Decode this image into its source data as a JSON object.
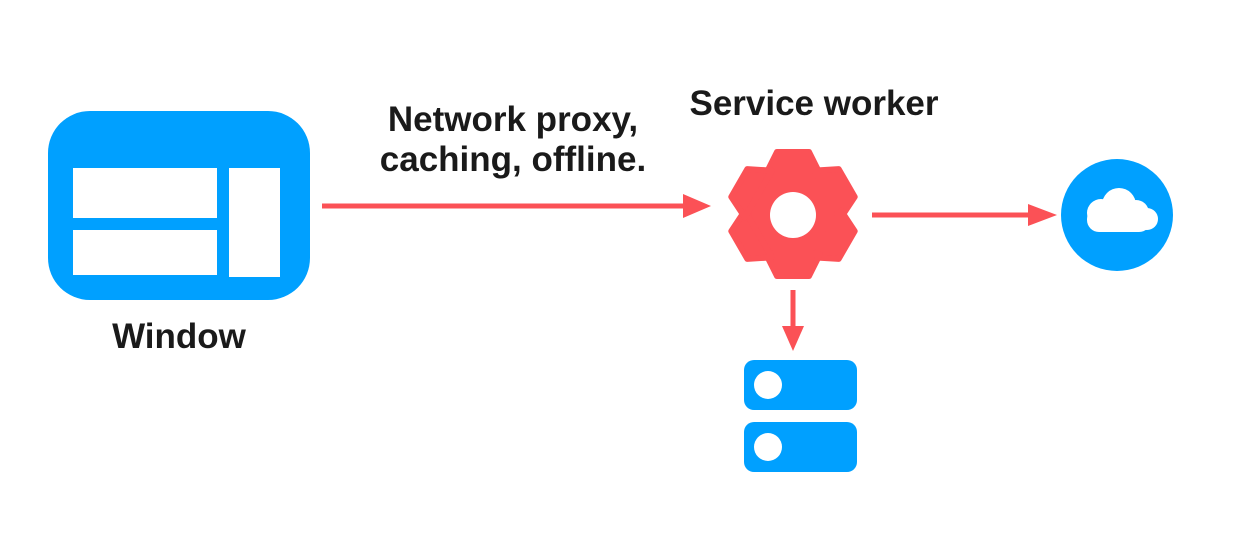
{
  "palette": {
    "blue": "#00A0FF",
    "red": "#FB5156",
    "text": "#1A1A1A",
    "background": "#FFFFFF"
  },
  "diagram": {
    "window": {
      "label": "Window",
      "icon": "browser-window-icon"
    },
    "network_caption": {
      "line1": "Network proxy,",
      "line2": "caching, offline."
    },
    "service_worker": {
      "label": "Service worker",
      "icon": "gear-icon"
    },
    "cloud": {
      "icon": "cloud-icon"
    },
    "storage": {
      "icon": "database-icon"
    }
  }
}
